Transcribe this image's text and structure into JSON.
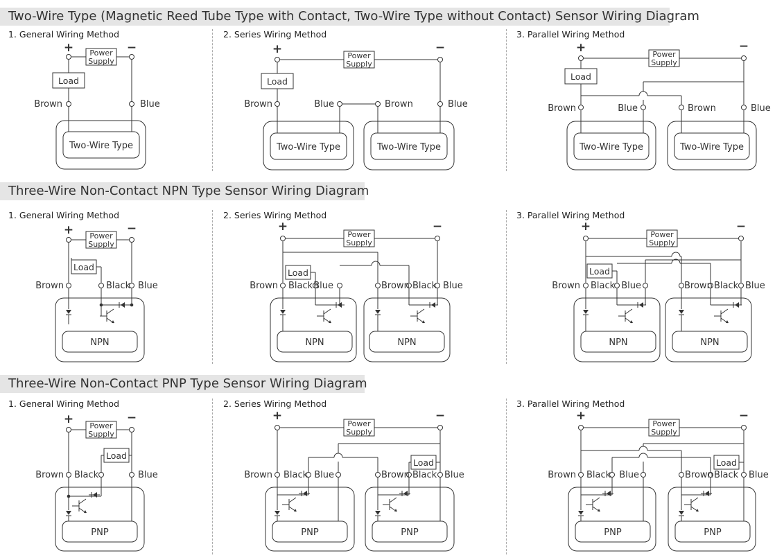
{
  "sections": [
    {
      "title": "Two-Wire Type (Magnetic Reed Tube Type with Contact, Two-Wire Type without Contact) Sensor Wiring Diagram"
    },
    {
      "title": "Three-Wire Non-Contact NPN Type Sensor Wiring Diagram"
    },
    {
      "title": "Three-Wire Non-Contact PNP Type Sensor Wiring Diagram"
    }
  ],
  "methods": [
    "1. General Wiring Method",
    "2. Series Wiring Method",
    "3. Parallel Wiring Method"
  ],
  "labels": {
    "plus": "+",
    "minus": "−",
    "power": "Power",
    "supply": "Supply",
    "load": "Load",
    "brown": "Brown",
    "blue": "Blue",
    "black": "Black",
    "two_wire": "Two-Wire Type",
    "npn": "NPN",
    "pnp": "PNP"
  },
  "colors": {
    "band": "#e5e5e5",
    "line": "#333333",
    "text": "#333333"
  }
}
